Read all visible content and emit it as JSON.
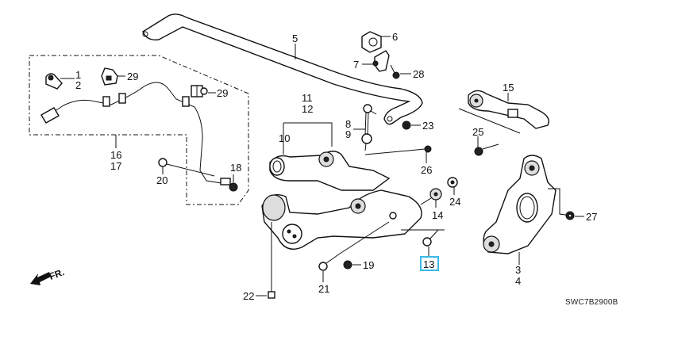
{
  "diagram": {
    "title": "Rear Suspension Parts Diagram",
    "code": "SWC7B2900B",
    "direction_indicator": "FR.",
    "highlighted_part": "13",
    "highlight_color": "#3ab8e6",
    "callouts": [
      {
        "id": "c1",
        "text": "1"
      },
      {
        "id": "c2",
        "text": "2"
      },
      {
        "id": "c3",
        "text": "3"
      },
      {
        "id": "c4",
        "text": "4"
      },
      {
        "id": "c5",
        "text": "5"
      },
      {
        "id": "c6",
        "text": "6"
      },
      {
        "id": "c7",
        "text": "7"
      },
      {
        "id": "c8",
        "text": "8"
      },
      {
        "id": "c9",
        "text": "9"
      },
      {
        "id": "c10",
        "text": "10"
      },
      {
        "id": "c11",
        "text": "11"
      },
      {
        "id": "c12",
        "text": "12"
      },
      {
        "id": "c13",
        "text": "13"
      },
      {
        "id": "c14",
        "text": "14"
      },
      {
        "id": "c15",
        "text": "15"
      },
      {
        "id": "c16",
        "text": "16"
      },
      {
        "id": "c17",
        "text": "17"
      },
      {
        "id": "c18",
        "text": "18"
      },
      {
        "id": "c19",
        "text": "19"
      },
      {
        "id": "c20",
        "text": "20"
      },
      {
        "id": "c21",
        "text": "21"
      },
      {
        "id": "c22",
        "text": "22"
      },
      {
        "id": "c23",
        "text": "23"
      },
      {
        "id": "c24",
        "text": "24"
      },
      {
        "id": "c25",
        "text": "25"
      },
      {
        "id": "c26",
        "text": "26"
      },
      {
        "id": "c27",
        "text": "27"
      },
      {
        "id": "c28",
        "text": "28"
      },
      {
        "id": "c29a",
        "text": "29"
      },
      {
        "id": "c29b",
        "text": "29"
      }
    ]
  }
}
